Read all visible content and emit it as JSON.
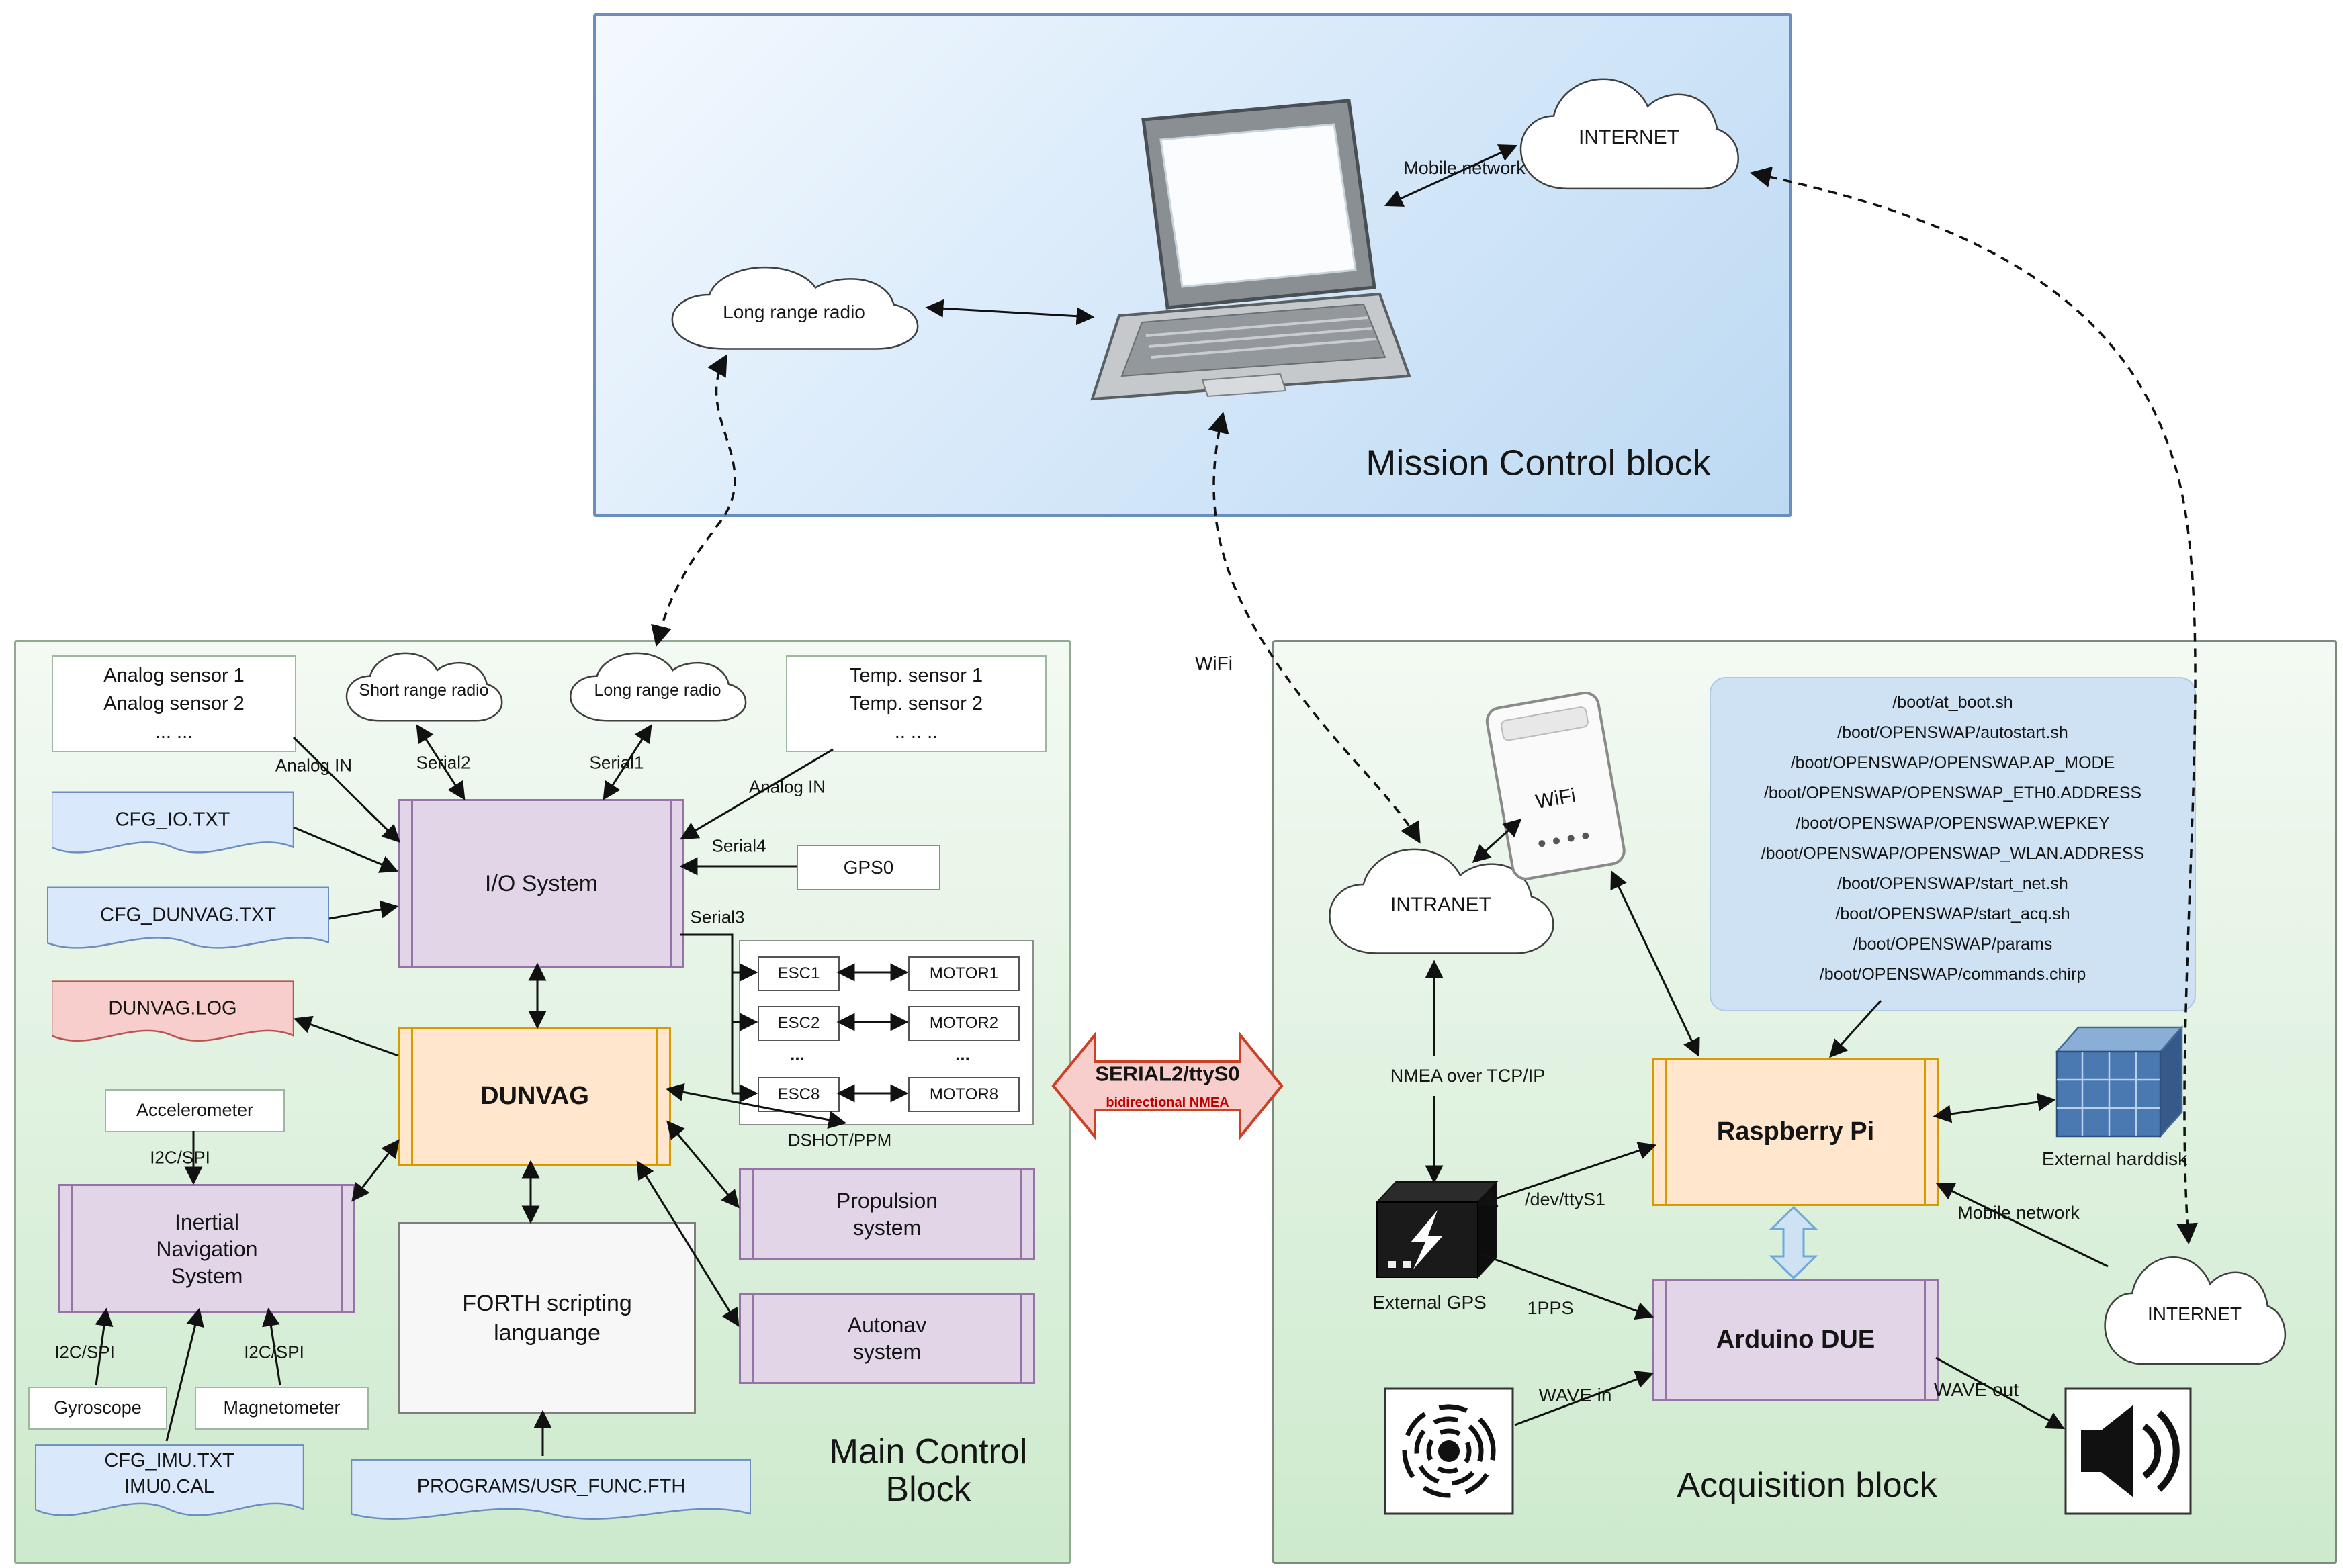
{
  "mission": {
    "title": "Mission Control block",
    "long_range_cloud": "Long range radio",
    "internet_cloud": "INTERNET",
    "mobile_network_label": "Mobile network"
  },
  "link": {
    "serial": "SERIAL2/ttyS0",
    "mode": "bidirectional NMEA",
    "wifi": "WiFi"
  },
  "main": {
    "title_line1": "Main Control",
    "title_line2": "Block",
    "analog_sensors": [
      "Analog sensor 1",
      "Analog sensor 2",
      "... ..."
    ],
    "temp_sensors": [
      "Temp. sensor 1",
      "Temp. sensor 2",
      ".. .. .."
    ],
    "clouds": {
      "short_range": "Short range radio",
      "long_range": "Long range radio"
    },
    "files": {
      "cfg_io": "CFG_IO.TXT",
      "cfg_dunvag": "CFG_DUNVAG.TXT",
      "dunvag_log": "DUNVAG.LOG",
      "cfg_imu_line1": "CFG_IMU.TXT",
      "cfg_imu_line2": "IMU0.CAL",
      "programs": "PROGRAMS/USR_FUNC.FTH"
    },
    "nodes": {
      "io": "I/O System",
      "dunvag": "DUNVAG",
      "ins_line1": "Inertial",
      "ins_line2": "Navigation",
      "ins_line3": "System",
      "forth_line1": "FORTH scripting",
      "forth_line2": "languange",
      "propulsion_line1": "Propulsion",
      "propulsion_line2": "system",
      "autonav_line1": "Autonav",
      "autonav_line2": "system"
    },
    "boxes": {
      "gps0": "GPS0",
      "accelerometer": "Accelerometer",
      "gyroscope": "Gyroscope",
      "magnetometer": "Magnetometer"
    },
    "esc_rows": [
      {
        "esc": "ESC1",
        "motor": "MOTOR1"
      },
      {
        "esc": "ESC2",
        "motor": "MOTOR2"
      },
      {
        "esc": "...",
        "motor": "..."
      },
      {
        "esc": "ESC8",
        "motor": "MOTOR8"
      }
    ],
    "labels": {
      "analog_in": "Analog IN",
      "serial1": "Serial1",
      "serial2": "Serial2",
      "serial3": "Serial3",
      "serial4": "Serial4",
      "dshot": "DSHOT/PPM",
      "i2c": "I2C/SPI"
    }
  },
  "acq": {
    "title": "Acquisition block",
    "clouds": {
      "intranet": "INTRANET",
      "internet": "INTERNET"
    },
    "files": [
      "/boot/at_boot.sh",
      "/boot/OPENSWAP/autostart.sh",
      "/boot/OPENSWAP/OPENSWAP.AP_MODE",
      "/boot/OPENSWAP/OPENSWAP_ETH0.ADDRESS",
      "/boot/OPENSWAP/OPENSWAP.WEPKEY",
      "/boot/OPENSWAP/OPENSWAP_WLAN.ADDRESS",
      "/boot/OPENSWAP/start_net.sh",
      "/boot/OPENSWAP/start_acq.sh",
      "/boot/OPENSWAP/params",
      "/boot/OPENSWAP/commands.chirp"
    ],
    "nodes": {
      "rpi": "Raspberry Pi",
      "arduino": "Arduino DUE"
    },
    "devices": {
      "wifi": "WiFi",
      "ext_gps": "External GPS",
      "ext_hdd": "External harddisk"
    },
    "labels": {
      "nmea": "NMEA over TCP/IP",
      "dev_ttys1": "/dev/ttyS1",
      "pps": "1PPS",
      "mobile": "Mobile network",
      "wave_in": "WAVE in",
      "wave_out": "WAVE out"
    }
  }
}
